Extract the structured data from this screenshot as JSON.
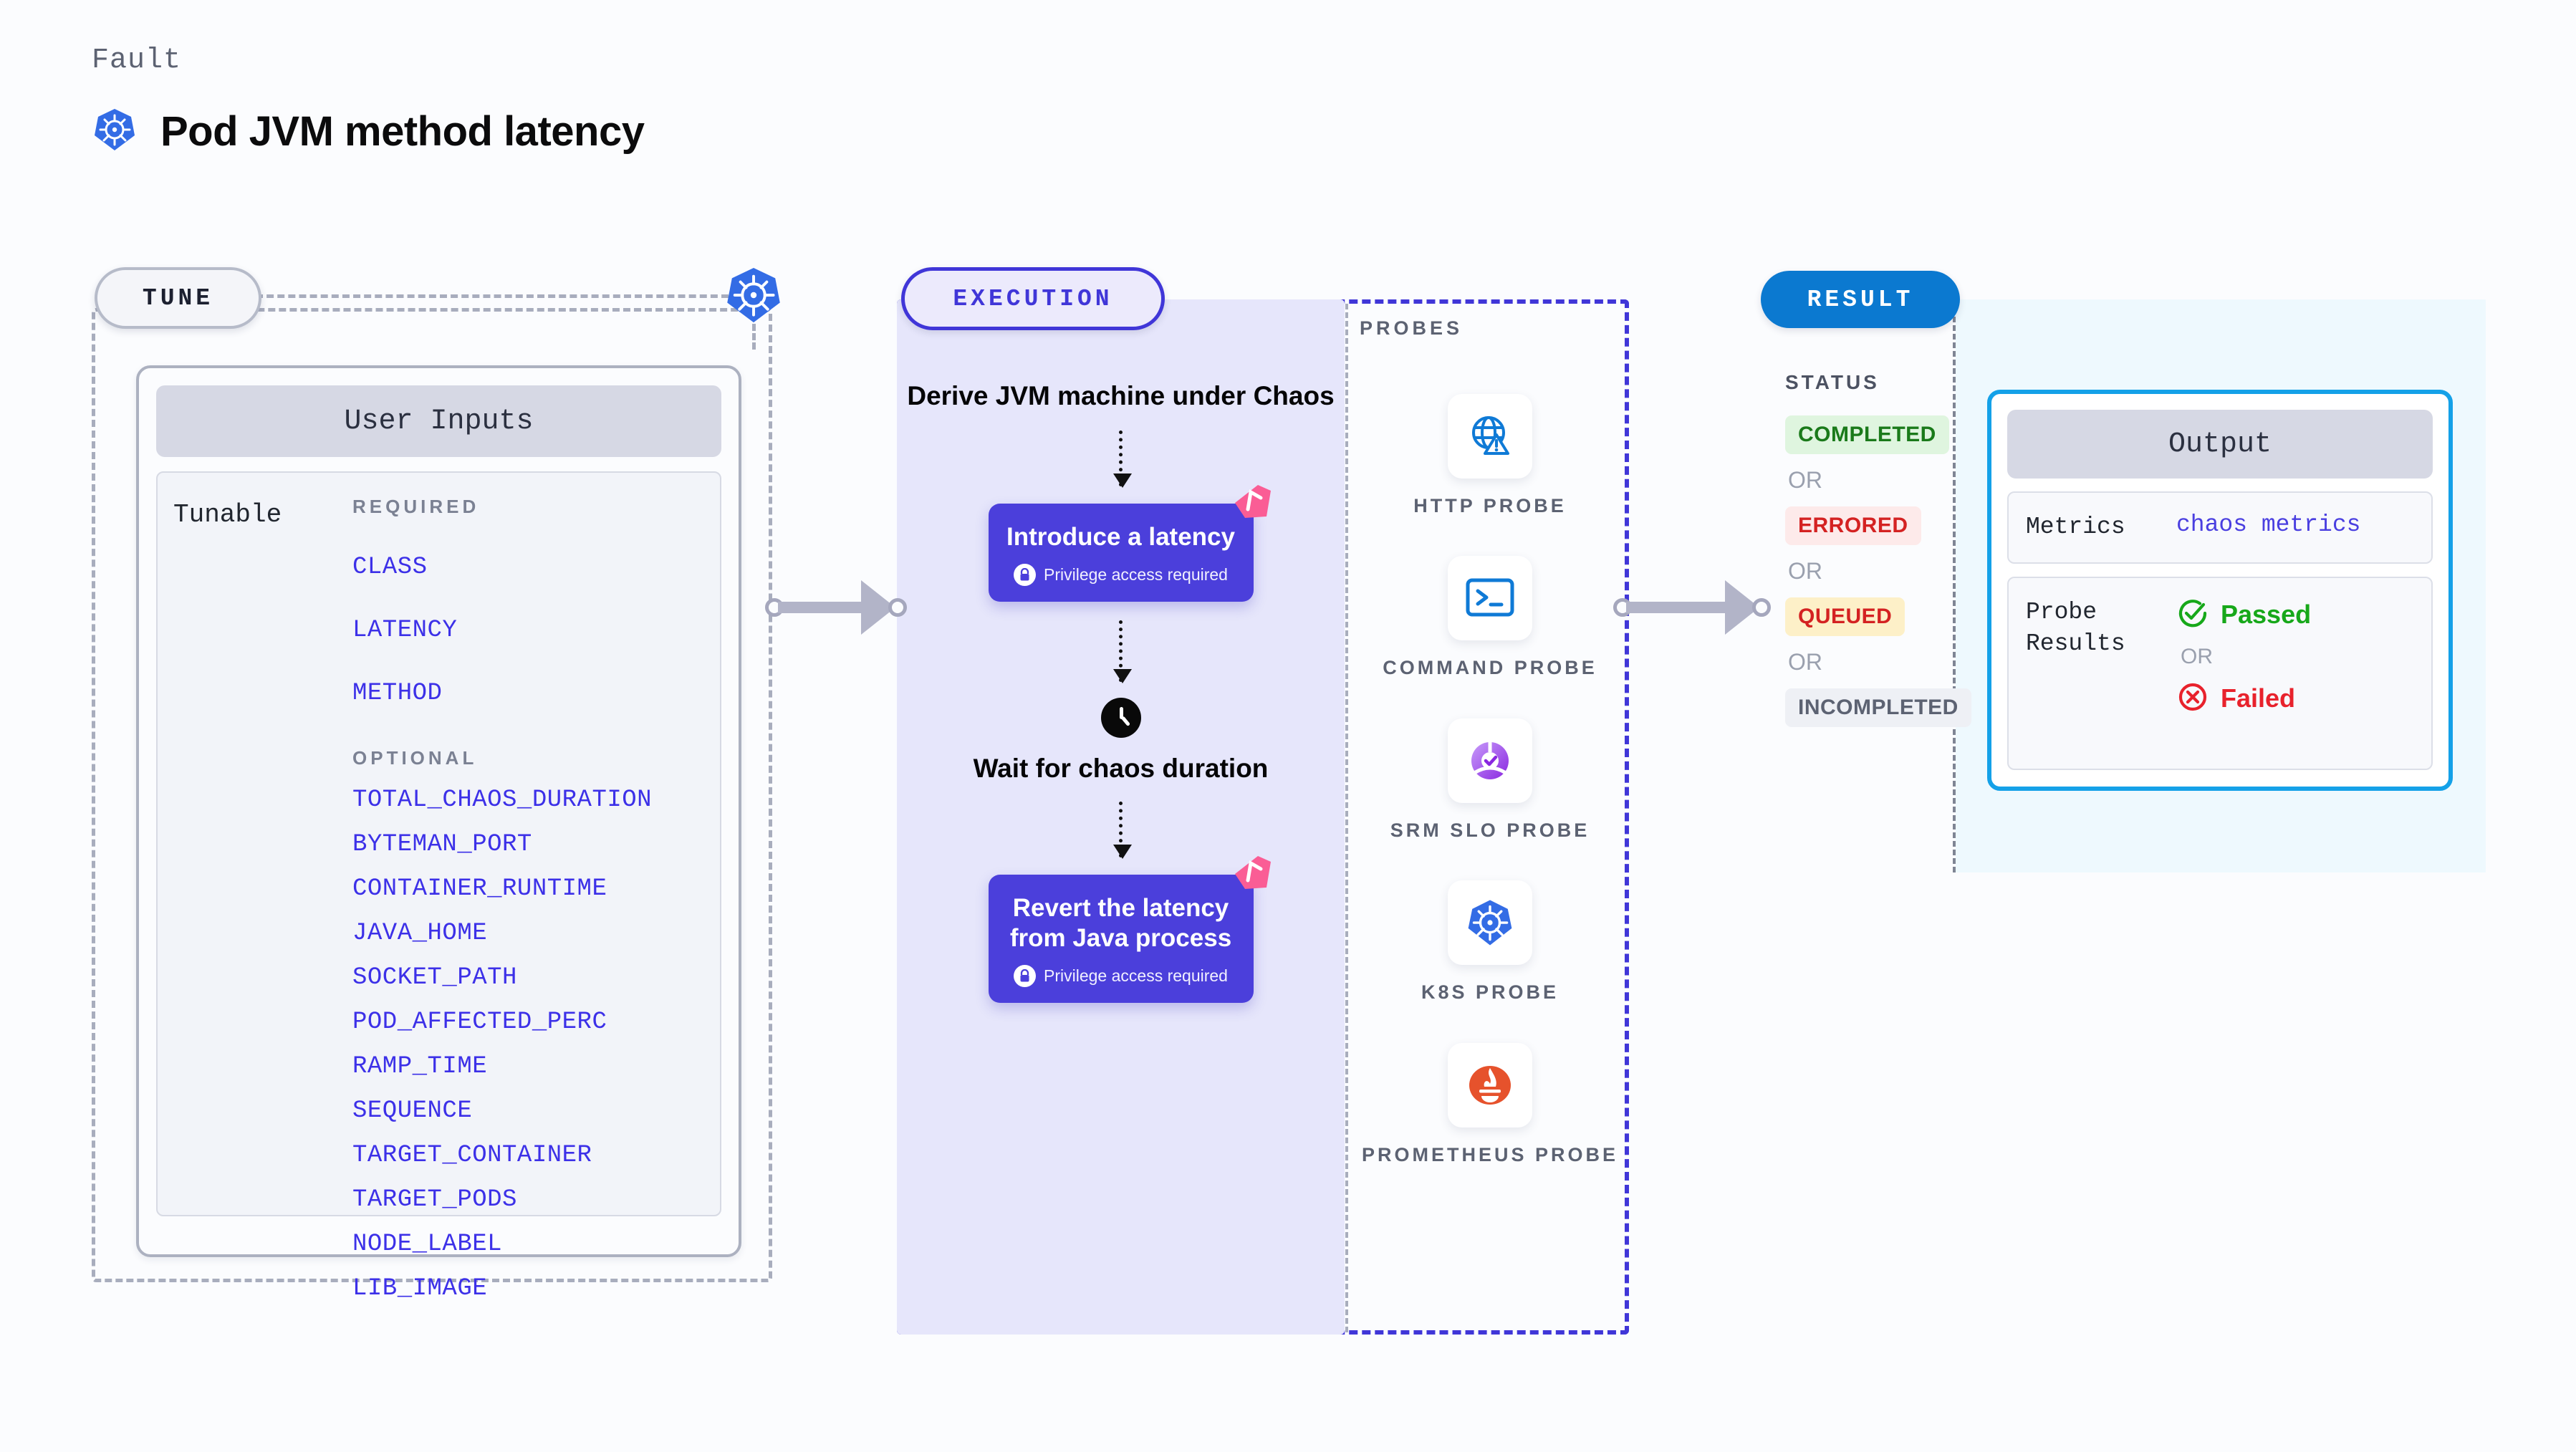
{
  "header": {
    "eyebrow": "Fault",
    "title": "Pod JVM method latency",
    "icon": "kubernetes-icon"
  },
  "tune": {
    "pill_label": "TUNE",
    "node_icon": "kubernetes-icon",
    "card_title": "User Inputs",
    "tunable_label": "Tunable",
    "required_heading": "REQUIRED",
    "required_fields": [
      "CLASS",
      "LATENCY",
      "METHOD"
    ],
    "optional_heading": "OPTIONAL",
    "optional_fields": [
      "TOTAL_CHAOS_DURATION",
      "BYTEMAN_PORT",
      "CONTAINER_RUNTIME",
      "JAVA_HOME",
      "SOCKET_PATH",
      "POD_AFFECTED_PERC",
      "RAMP_TIME",
      "SEQUENCE",
      "TARGET_CONTAINER",
      "TARGET_PODS",
      "NODE_LABEL",
      "LIB_IMAGE"
    ],
    "field_color": "#3c30e8"
  },
  "execution": {
    "pill_label": "EXECUTION",
    "steps": [
      {
        "type": "text",
        "label": "Derive JVM machine under Chaos"
      },
      {
        "type": "card",
        "label": "Introduce a latency",
        "note": "Privilege access required",
        "badge": "chaos-badge-icon"
      },
      {
        "type": "wait",
        "label": "Wait for chaos duration",
        "icon": "clock-icon"
      },
      {
        "type": "card",
        "label": "Revert the latency from Java process",
        "note": "Privilege access required",
        "badge": "chaos-badge-icon"
      }
    ],
    "card_color": "#4b3fdb",
    "fill_color": "#e6e6fb"
  },
  "probes": {
    "heading": "PROBES",
    "items": [
      {
        "label": "HTTP PROBE",
        "icon": "globe-warning-icon"
      },
      {
        "label": "COMMAND PROBE",
        "icon": "terminal-icon"
      },
      {
        "label": "SRM SLO PROBE",
        "icon": "slo-donut-icon"
      },
      {
        "label": "K8S PROBE",
        "icon": "kubernetes-icon"
      },
      {
        "label": "PROMETHEUS PROBE",
        "icon": "prometheus-icon"
      }
    ]
  },
  "result": {
    "pill_label": "RESULT",
    "status_heading": "STATUS",
    "or_text": "OR",
    "statuses": [
      {
        "label": "COMPLETED",
        "bg": "#dff5df",
        "fg": "#1a7a1a"
      },
      {
        "label": "ERRORED",
        "bg": "#fdeaea",
        "fg": "#d42222"
      },
      {
        "label": "QUEUED",
        "bg": "#fdf0c8",
        "fg": "#d42222"
      },
      {
        "label": "INCOMPLETED",
        "bg": "#eef0f5",
        "fg": "#5c6272"
      }
    ],
    "output": {
      "title": "Output",
      "metrics_key": "Metrics",
      "metrics_value": "chaos metrics",
      "probe_key": "Probe Results",
      "passed_label": "Passed",
      "failed_label": "Failed",
      "or_text": "OR",
      "border_color": "#14a1e8"
    }
  }
}
